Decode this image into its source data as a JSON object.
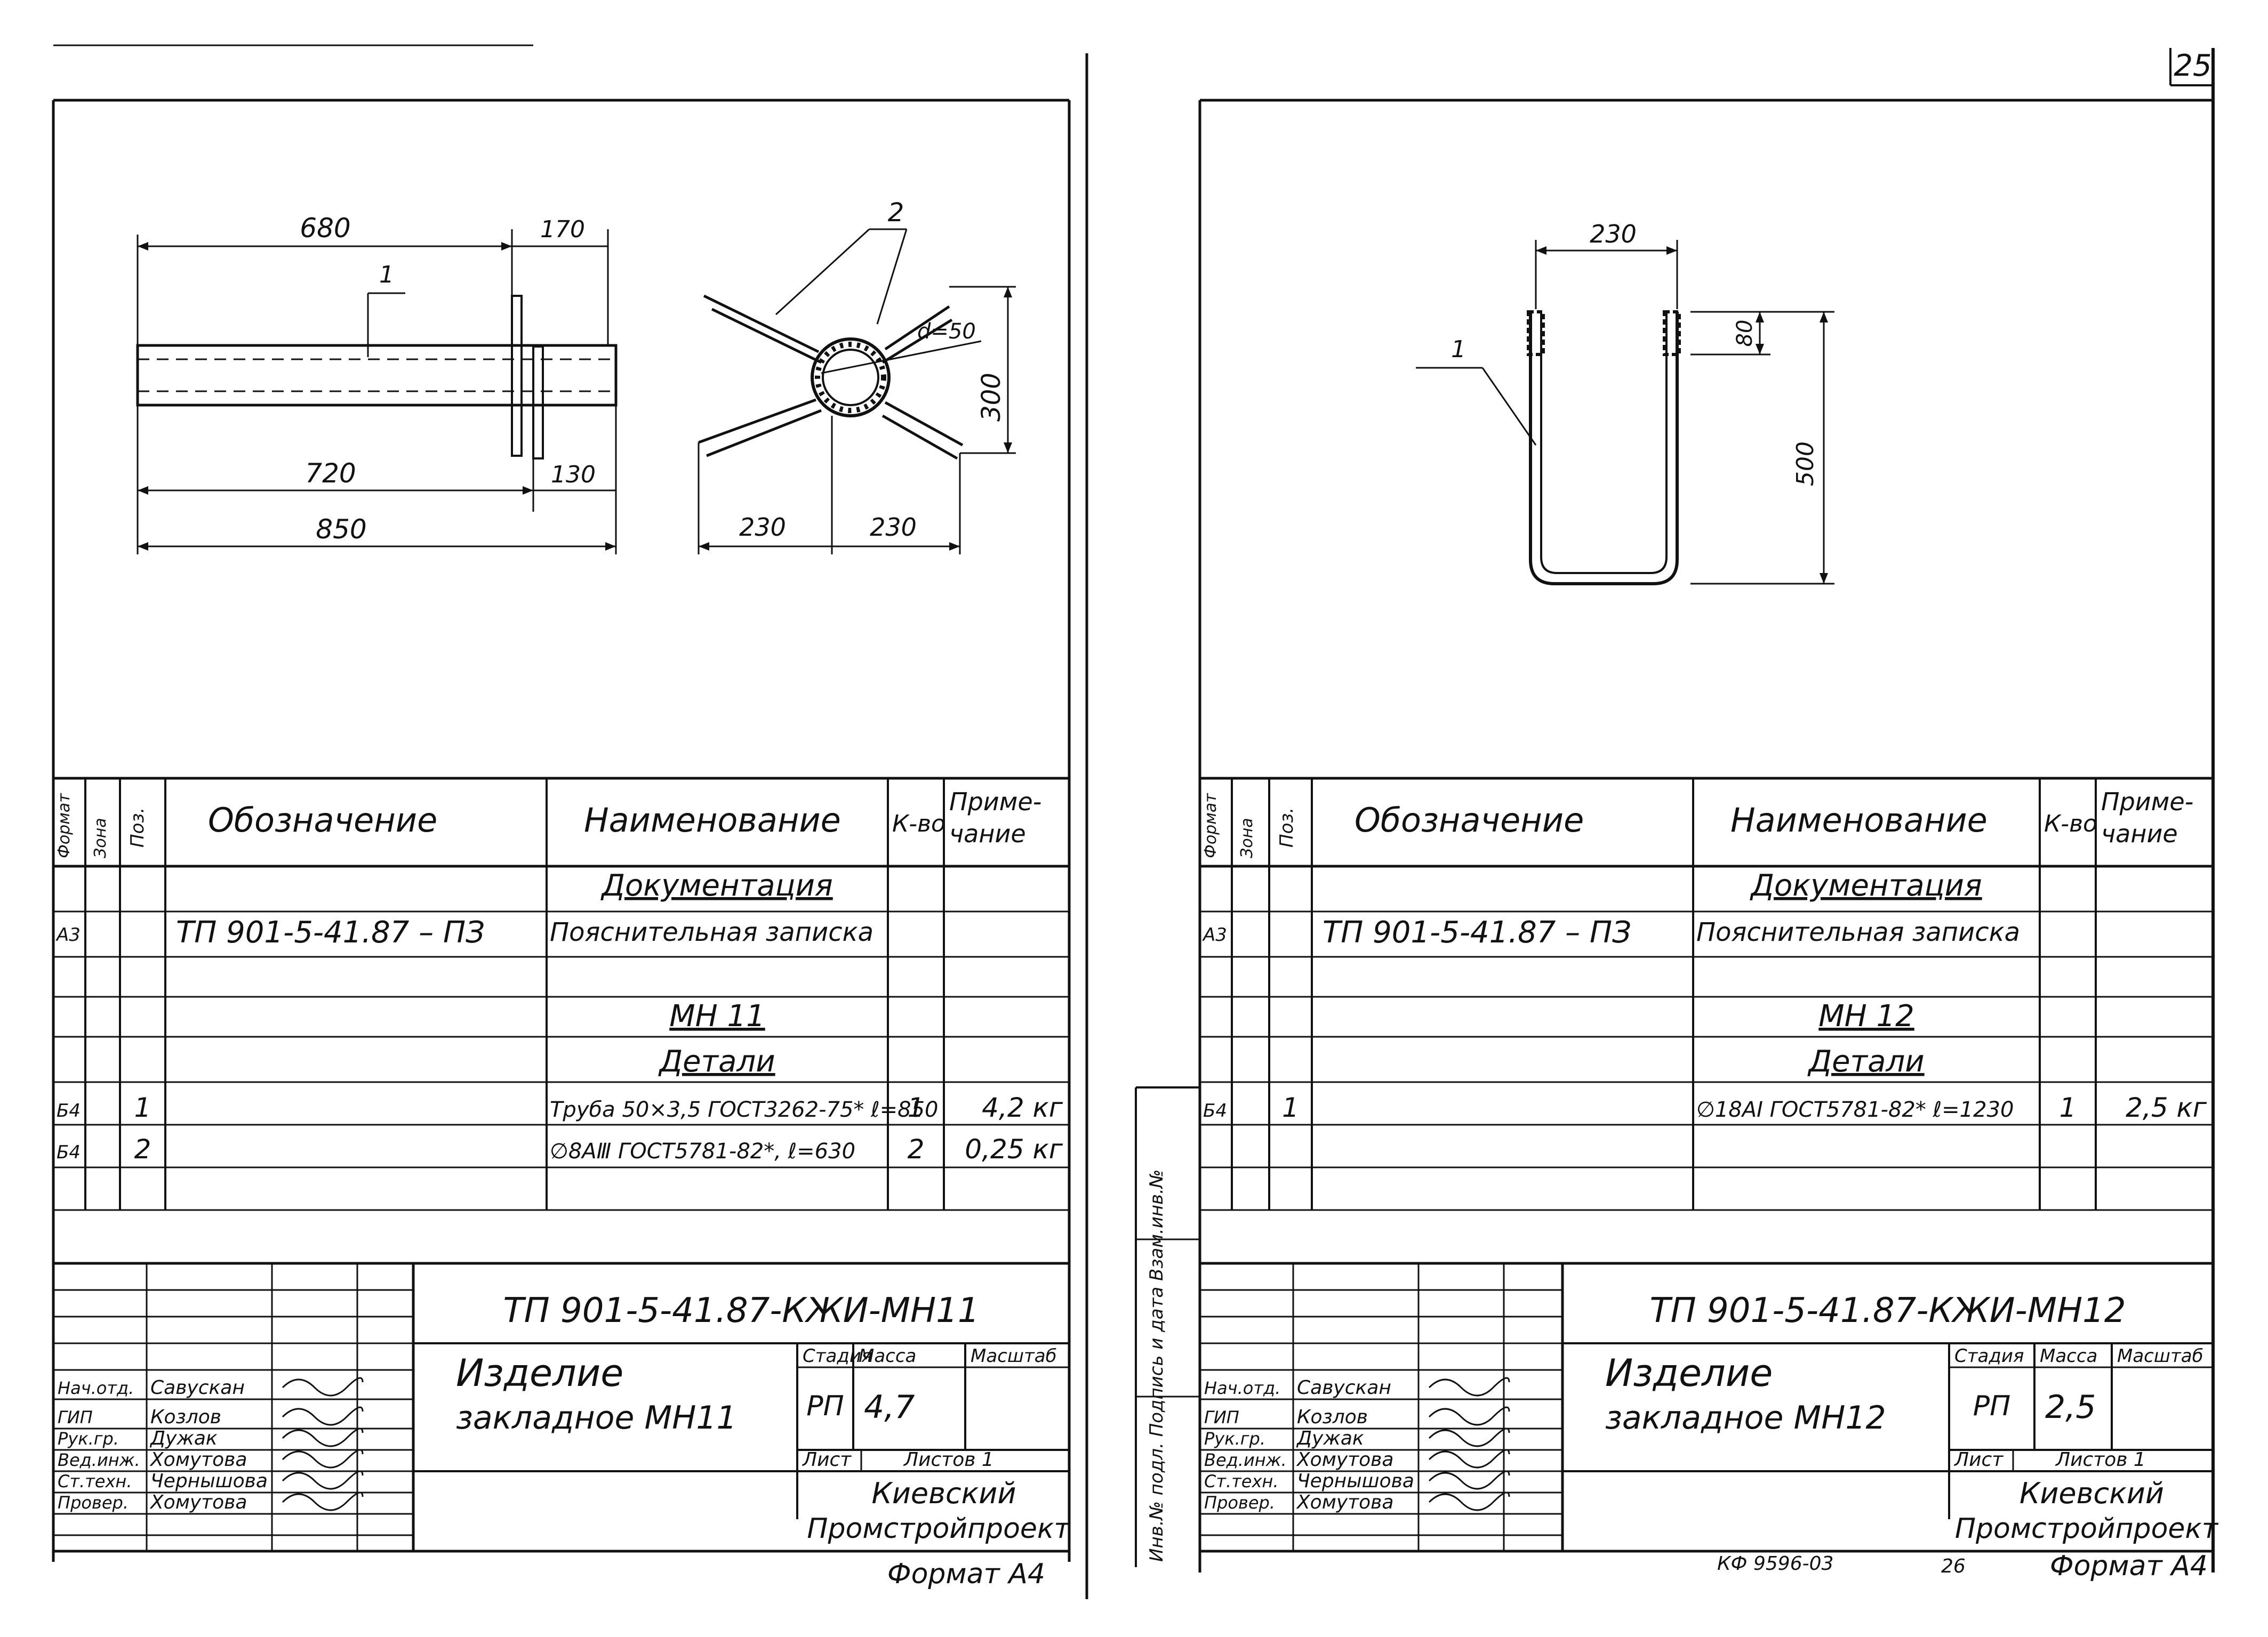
{
  "page_number": "25",
  "bottom_code": "КФ 9596-03",
  "bottom_number": "26",
  "format": "Формат А4",
  "stamp_side": "Инв.№ подл. Подпись и дата Взам.инв.№",
  "table_headers": {
    "format": "Формат",
    "zone": "Зона",
    "pos": "Поз.",
    "designation": "Обозначение",
    "name": "Наименование",
    "qty": "К-во",
    "note1": "Приме-",
    "note2": "чание"
  },
  "sheets": [
    {
      "drawing": {
        "dims": [
          "680",
          "170",
          "1",
          "720",
          "130",
          "850",
          "2",
          "d=50",
          "300",
          "230",
          "230"
        ]
      },
      "spec": {
        "section_docs": "Документация",
        "doc_format": "А3",
        "doc_designation": "ТП 901-5-41.87 – ПЗ",
        "doc_name": "Пояснительная записка",
        "item_mark": "МН 11",
        "section_details": "Детали",
        "rows": [
          {
            "format": "Б4",
            "pos": "1",
            "name": "Труба 50×3,5 ГОСТ3262-75* ℓ=850",
            "qty": "1",
            "note": "4,2 кг"
          },
          {
            "format": "Б4",
            "pos": "2",
            "name": "∅8АⅢ ГОСТ5781-82*, ℓ=630",
            "qty": "2",
            "note": "0,25 кг"
          }
        ]
      },
      "title_block": {
        "code": "ТП 901-5-41.87-КЖИ-МН11",
        "title_line1": "Изделие",
        "title_line2": "закладное МН11",
        "stage_label": "Стадия",
        "mass_label": "Масса",
        "scale_label": "Масштаб",
        "stage": "РП",
        "mass": "4,7",
        "sheet_label": "Лист",
        "sheets_label": "Листов 1",
        "org1": "Киевский",
        "org2": "Промстройпроект",
        "staff": [
          {
            "role": "Нач.отд.",
            "name": "Савускан"
          },
          {
            "role": "ГИП",
            "name": "Козлов"
          },
          {
            "role": "Рук.гр.",
            "name": "Дужак"
          },
          {
            "role": "Вед.инж.",
            "name": "Хомутова"
          },
          {
            "role": "Ст.техн.",
            "name": "Чернышова"
          },
          {
            "role": "Провер.",
            "name": "Хомутова"
          }
        ]
      }
    },
    {
      "drawing": {
        "dims": [
          "230",
          "1",
          "80",
          "500"
        ]
      },
      "spec": {
        "section_docs": "Документация",
        "doc_format": "А3",
        "doc_designation": "ТП 901-5-41.87 – ПЗ",
        "doc_name": "Пояснительная записка",
        "item_mark": "МН 12",
        "section_details": "Детали",
        "rows": [
          {
            "format": "Б4",
            "pos": "1",
            "name": "∅18АⅠ ГОСТ5781-82* ℓ=1230",
            "qty": "1",
            "note": "2,5 кг"
          }
        ]
      },
      "title_block": {
        "code": "ТП 901-5-41.87-КЖИ-МН12",
        "title_line1": "Изделие",
        "title_line2": "закладное МН12",
        "stage_label": "Стадия",
        "mass_label": "Масса",
        "scale_label": "Масштаб",
        "stage": "РП",
        "mass": "2,5",
        "sheet_label": "Лист",
        "sheets_label": "Листов 1",
        "org1": "Киевский",
        "org2": "Промстройпроект",
        "staff": [
          {
            "role": "Нач.отд.",
            "name": "Савускан"
          },
          {
            "role": "ГИП",
            "name": "Козлов"
          },
          {
            "role": "Рук.гр.",
            "name": "Дужак"
          },
          {
            "role": "Вед.инж.",
            "name": "Хомутова"
          },
          {
            "role": "Ст.техн.",
            "name": "Чернышова"
          },
          {
            "role": "Провер.",
            "name": "Хомутова"
          }
        ]
      }
    }
  ]
}
